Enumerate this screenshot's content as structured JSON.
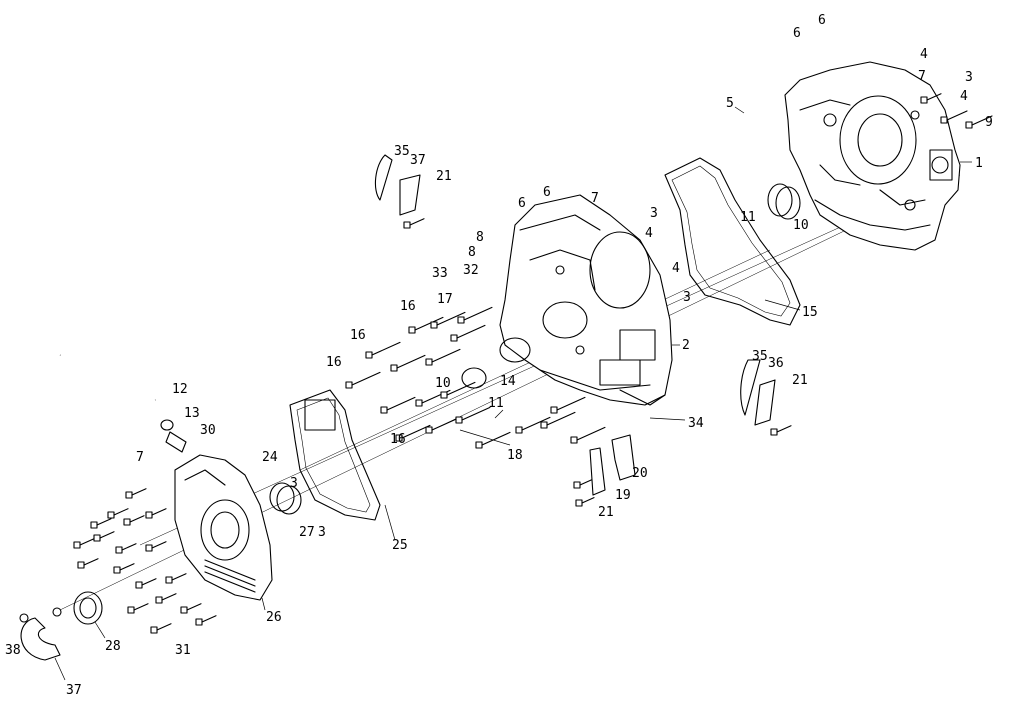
{
  "diagram": {
    "labels": [
      {
        "id": "c1",
        "text": "1"
      },
      {
        "id": "c2",
        "text": "2"
      },
      {
        "id": "c3a",
        "text": "3"
      },
      {
        "id": "c3b",
        "text": "3"
      },
      {
        "id": "c3c",
        "text": "3"
      },
      {
        "id": "c3d",
        "text": "3"
      },
      {
        "id": "c3e",
        "text": "3"
      },
      {
        "id": "c4a",
        "text": "4"
      },
      {
        "id": "c4b",
        "text": "4"
      },
      {
        "id": "c4c",
        "text": "4"
      },
      {
        "id": "c4d",
        "text": "4"
      },
      {
        "id": "c5",
        "text": "5"
      },
      {
        "id": "c6a",
        "text": "6"
      },
      {
        "id": "c6b",
        "text": "6"
      },
      {
        "id": "c6c",
        "text": "6"
      },
      {
        "id": "c6d",
        "text": "6"
      },
      {
        "id": "c7a",
        "text": "7"
      },
      {
        "id": "c7b",
        "text": "7"
      },
      {
        "id": "c7c",
        "text": "7"
      },
      {
        "id": "c8a",
        "text": "8"
      },
      {
        "id": "c8b",
        "text": "8"
      },
      {
        "id": "c9",
        "text": "9"
      },
      {
        "id": "c10a",
        "text": "10"
      },
      {
        "id": "c10b",
        "text": "10"
      },
      {
        "id": "c11a",
        "text": "11"
      },
      {
        "id": "c11b",
        "text": "11"
      },
      {
        "id": "c12",
        "text": "12"
      },
      {
        "id": "c13",
        "text": "13"
      },
      {
        "id": "c14",
        "text": "14"
      },
      {
        "id": "c15",
        "text": "15"
      },
      {
        "id": "c16a",
        "text": "16"
      },
      {
        "id": "c16b",
        "text": "16"
      },
      {
        "id": "c16c",
        "text": "16"
      },
      {
        "id": "c16d",
        "text": "16"
      },
      {
        "id": "c17",
        "text": "17"
      },
      {
        "id": "c18",
        "text": "18"
      },
      {
        "id": "c19",
        "text": "19"
      },
      {
        "id": "c20",
        "text": "20"
      },
      {
        "id": "c21a",
        "text": "21"
      },
      {
        "id": "c21b",
        "text": "21"
      },
      {
        "id": "c21c",
        "text": "21"
      },
      {
        "id": "c24",
        "text": "24"
      },
      {
        "id": "c25",
        "text": "25"
      },
      {
        "id": "c26",
        "text": "26"
      },
      {
        "id": "c27",
        "text": "27"
      },
      {
        "id": "c28",
        "text": "28"
      },
      {
        "id": "c30",
        "text": "30"
      },
      {
        "id": "c31",
        "text": "31"
      },
      {
        "id": "c32",
        "text": "32"
      },
      {
        "id": "c33",
        "text": "33"
      },
      {
        "id": "c34",
        "text": "34"
      },
      {
        "id": "c35a",
        "text": "35"
      },
      {
        "id": "c35b",
        "text": "35"
      },
      {
        "id": "c36",
        "text": "36"
      },
      {
        "id": "c37a",
        "text": "37"
      },
      {
        "id": "c37b",
        "text": "37"
      },
      {
        "id": "c38",
        "text": "38"
      }
    ]
  }
}
